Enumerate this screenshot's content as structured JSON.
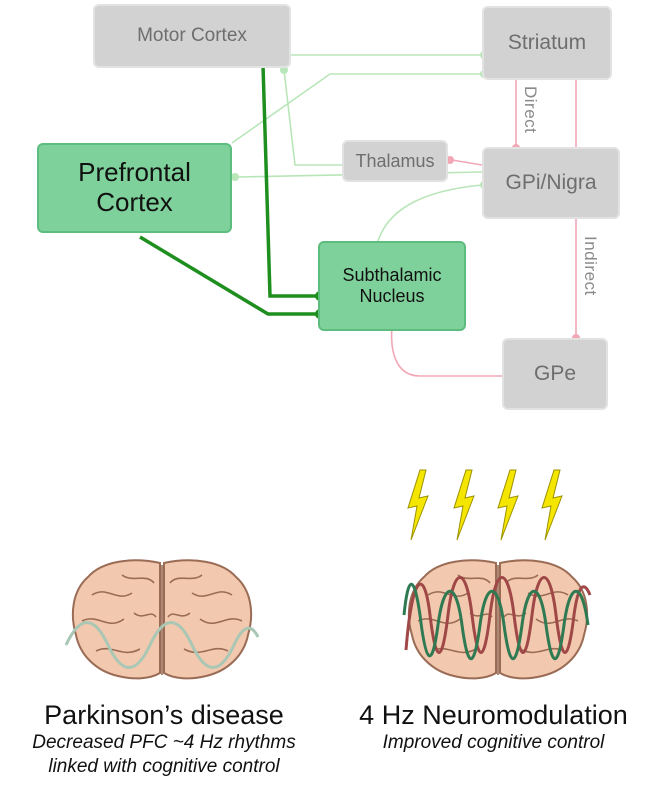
{
  "nodes": {
    "motor_cortex": "Motor Cortex",
    "striatum": "Striatum",
    "prefrontal_cortex": "Prefrontal\nCortex",
    "thalamus": "Thalamus",
    "gpi_nigra": "GPi/Nigra",
    "subthalamic_nucleus": "Subthalamic\nNucleus",
    "gpe": "GPe"
  },
  "pathways": {
    "direct": "Direct",
    "indirect": "Indirect"
  },
  "panels": {
    "left": {
      "title": "Parkinson’s disease",
      "subtitle": "Decreased PFC ~4 Hz rhythms\nlinked with cognitive control"
    },
    "right": {
      "title": "4 Hz Neuromodulation",
      "subtitle": "Improved cognitive control"
    }
  },
  "colors": {
    "excitatory_line": "#b8e6b8",
    "excitatory_strong": "#1e8f1e",
    "inhibitory_line": "#f2a7b5",
    "gray_node": "#d2d2d2",
    "green_node": "#7fd19b",
    "lightning": "#f5e600",
    "oscillation_weak": "#a9c7b4",
    "oscillation_red": "#a04848",
    "oscillation_green": "#2f7a52"
  },
  "icons": [
    "brain-icon",
    "lightning-bolt-icon"
  ]
}
